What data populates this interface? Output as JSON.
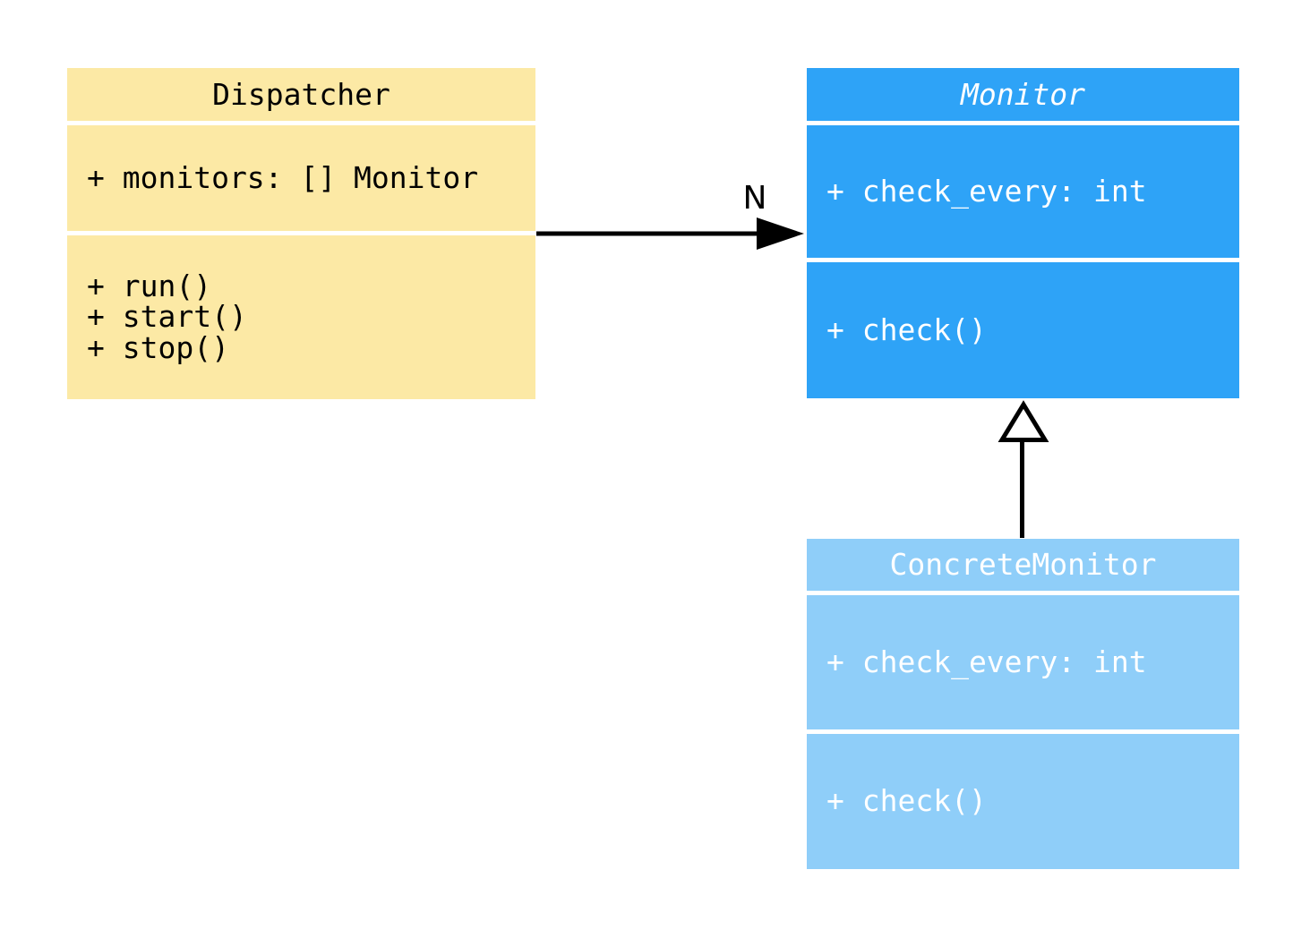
{
  "diagram": {
    "background_color": "#ffffff",
    "line_color": "#000000",
    "classes": [
      {
        "name": "Dispatcher",
        "abstract": false,
        "fill": "#fce9a5",
        "text_color": "#000000",
        "attributes": [
          "+ monitors: [] Monitor"
        ],
        "methods": [
          "+ run()",
          "+ start()",
          "+ stop()"
        ]
      },
      {
        "name": "Monitor",
        "abstract": true,
        "fill": "#2ea3f7",
        "text_color": "#ffffff",
        "attributes": [
          "+ check_every: int"
        ],
        "methods": [
          "+ check()"
        ]
      },
      {
        "name": "ConcreteMonitor",
        "abstract": false,
        "fill": "#8fcef9",
        "text_color": "#ffffff",
        "attributes": [
          "+ check_every: int"
        ],
        "methods": [
          "+ check()"
        ]
      }
    ],
    "relationships": [
      {
        "type": "association",
        "from": "Dispatcher",
        "to": "Monitor",
        "label": "N"
      },
      {
        "type": "inheritance",
        "from": "ConcreteMonitor",
        "to": "Monitor",
        "label": ""
      }
    ]
  }
}
